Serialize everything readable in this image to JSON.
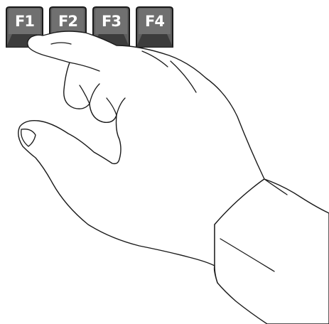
{
  "keys": [
    {
      "label": "F1",
      "pressed": true
    },
    {
      "label": "F2",
      "pressed": false
    },
    {
      "label": "F3",
      "pressed": false
    },
    {
      "label": "F4",
      "pressed": false
    }
  ],
  "colors": {
    "key_face": "#5e5e5e",
    "key_top": "#707070",
    "key_side": "#3c3c3c",
    "key_outline": "#1a1a1a",
    "key_label": "#ffffff",
    "hand_stroke": "#1a1a1a"
  }
}
